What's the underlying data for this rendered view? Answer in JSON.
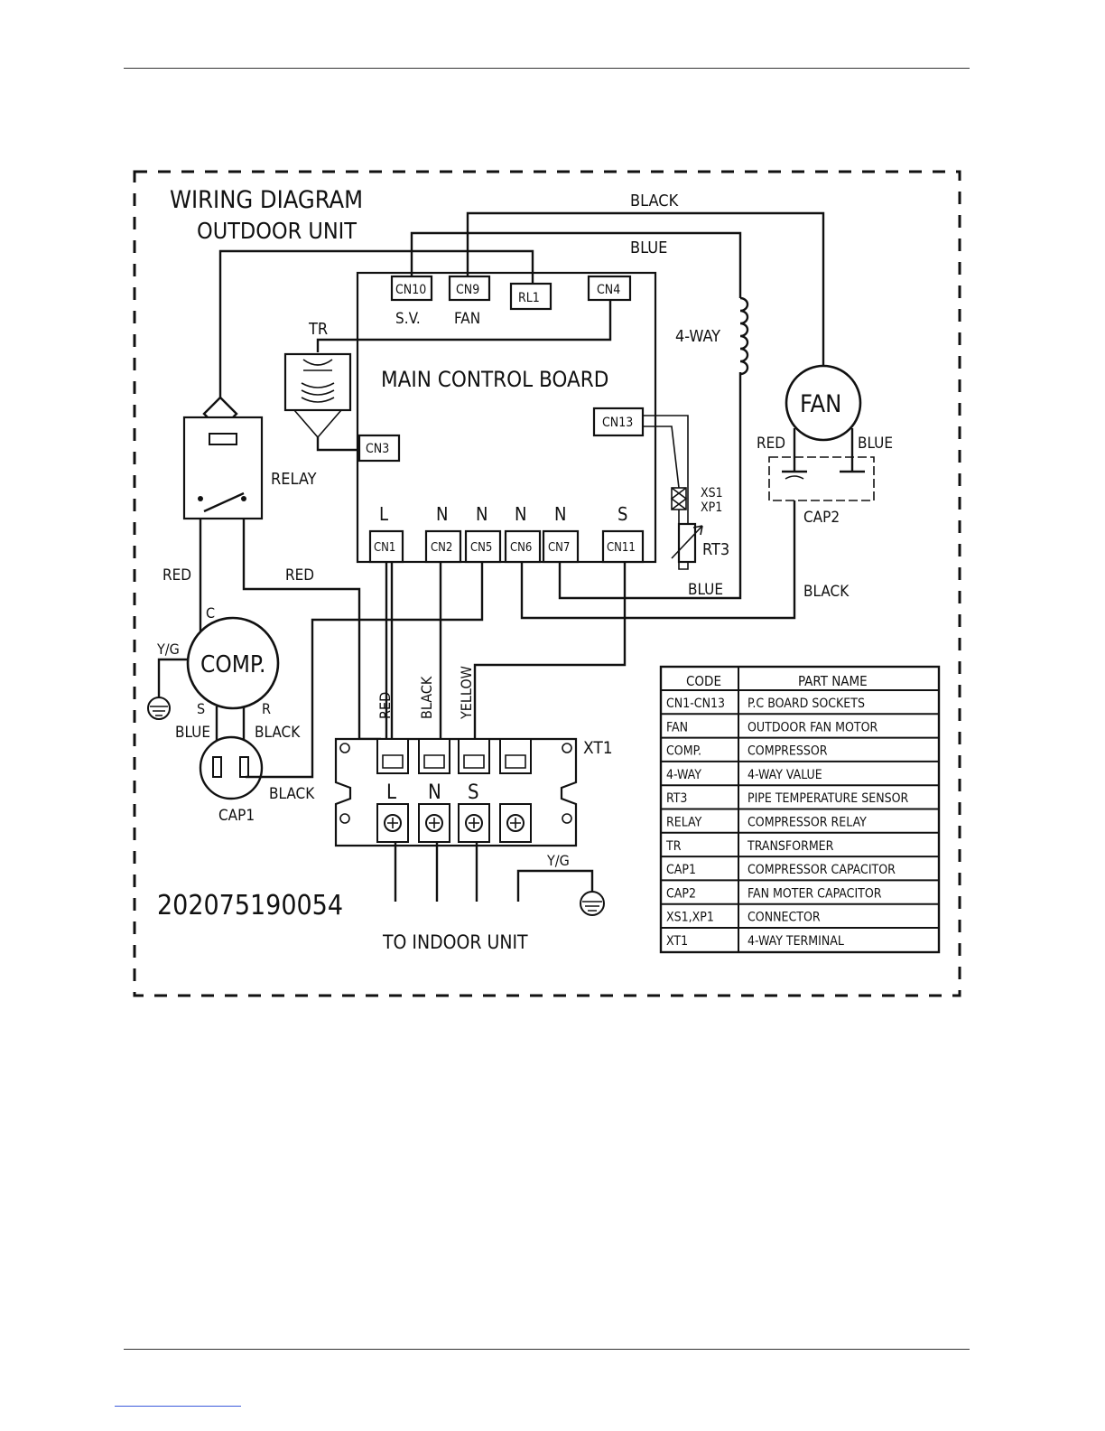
{
  "diagram": {
    "title": "WIRING DIAGRAM",
    "subtitle": "OUTDOOR UNIT",
    "part_number": "202075190054",
    "board_label": "MAIN CONTROL BOARD",
    "footer_label": "TO INDOOR UNIT",
    "connectors": {
      "cn10": "CN10",
      "cn9": "CN9",
      "rl1": "RL1",
      "cn4": "CN4",
      "cn13": "CN13",
      "cn3": "CN3",
      "cn1": "CN1",
      "cn2": "CN2",
      "cn5": "CN5",
      "cn6": "CN6",
      "cn7": "CN7",
      "cn11": "CN11"
    },
    "board_sub_labels": {
      "sv": "S.V.",
      "fan": "FAN"
    },
    "terminal_letters": {
      "cn1": "L",
      "cn2": "N",
      "cn5": "N",
      "cn6": "N",
      "cn7": "N",
      "cn11": "S"
    },
    "components": {
      "tr": "TR",
      "relay": "RELAY",
      "four_way": "4-WAY",
      "fan": "FAN",
      "cap2": "CAP2",
      "comp": "COMP.",
      "cap1": "CAP1",
      "xt1": "XT1",
      "rt3": "RT3",
      "xs1": "XS1",
      "xp1": "XP1"
    },
    "comp_pins": {
      "c": "C",
      "s": "S",
      "r": "R"
    },
    "terminal_block_letters": {
      "l": "L",
      "n": "N",
      "s": "S"
    },
    "wire_labels": {
      "black_top": "BLACK",
      "blue_top": "BLUE",
      "red_fan": "RED",
      "blue_fan": "BLUE",
      "blue_rt3": "BLUE",
      "black_cap2": "BLACK",
      "red_left": "RED",
      "red_mid": "RED",
      "yg_comp": "Y/G",
      "blue_cap1": "BLUE",
      "black_cap1_r": "BLACK",
      "black_cap1": "BLACK",
      "red_vert": "RED",
      "black_vert": "BLACK",
      "yellow_vert": "YELLOW",
      "yg_ground": "Y/G"
    },
    "legend": {
      "headers": [
        "CODE",
        "PART NAME"
      ],
      "rows": [
        [
          "CN1-CN13",
          "P.C BOARD SOCKETS"
        ],
        [
          "FAN",
          "OUTDOOR FAN MOTOR"
        ],
        [
          "COMP.",
          "COMPRESSOR"
        ],
        [
          "4-WAY",
          "4-WAY VALUE"
        ],
        [
          "RT3",
          "PIPE TEMPERATURE SENSOR"
        ],
        [
          "RELAY",
          "COMPRESSOR RELAY"
        ],
        [
          "TR",
          "TRANSFORMER"
        ],
        [
          "CAP1",
          "COMPRESSOR CAPACITOR"
        ],
        [
          "CAP2",
          "FAN MOTER CAPACITOR"
        ],
        [
          "XS1,XP1",
          "CONNECTOR"
        ],
        [
          "XT1",
          "4-WAY TERMINAL"
        ]
      ]
    }
  }
}
